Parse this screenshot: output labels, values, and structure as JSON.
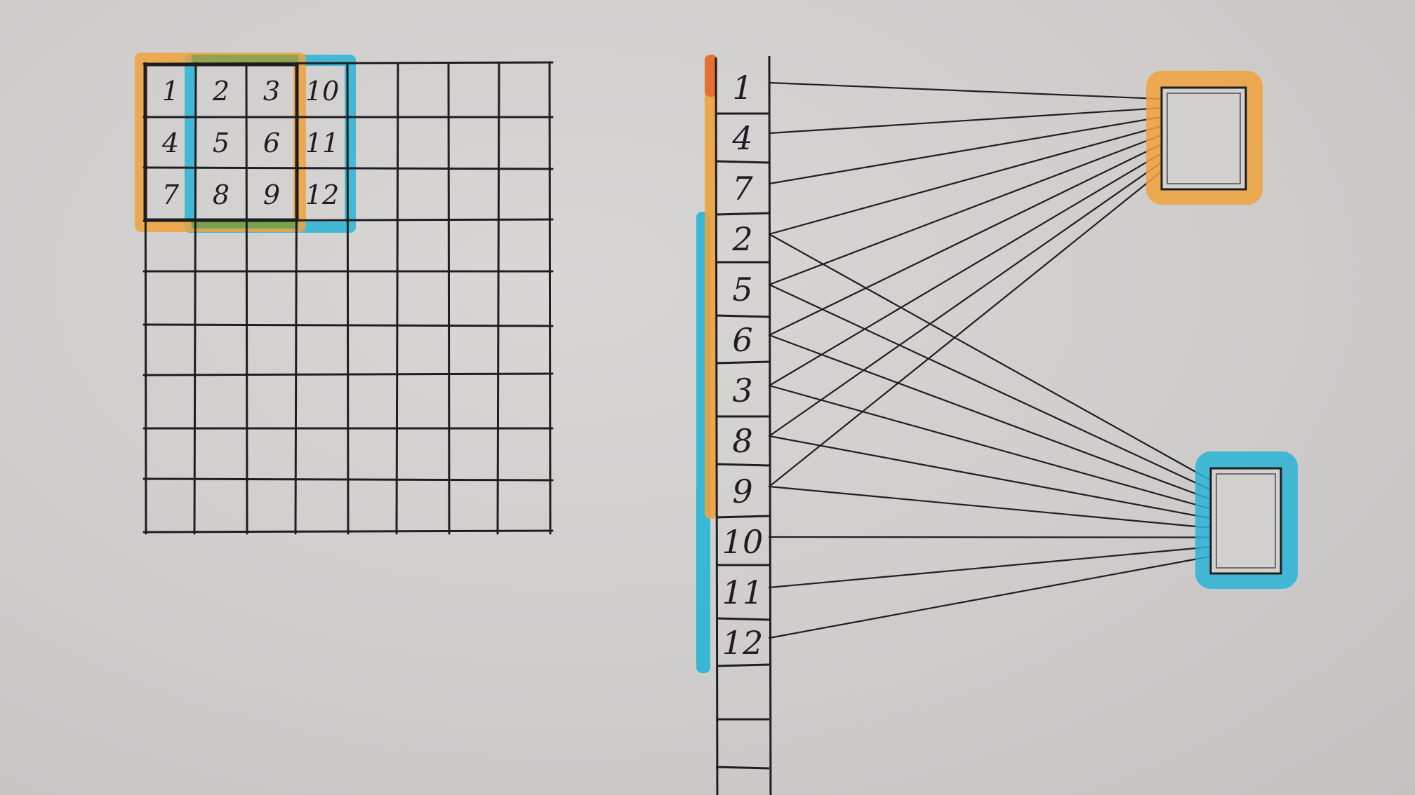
{
  "colors": {
    "paper": "#d3d1d0",
    "ink": "#1e1e22",
    "orange": "#f0a23c",
    "cyan": "#28b4d6",
    "green": "#5aa04a",
    "red_orange": "#e2632a"
  },
  "grid": {
    "rows": 9,
    "cols": 8,
    "labels": [
      [
        "1",
        "2",
        "3",
        "10"
      ],
      [
        "4",
        "5",
        "6",
        "11"
      ],
      [
        "7",
        "8",
        "9",
        "12"
      ]
    ]
  },
  "column": {
    "labels": [
      "1",
      "4",
      "7",
      "2",
      "5",
      "6",
      "3",
      "8",
      "9",
      "10",
      "11",
      "12"
    ],
    "empty_cells": 3
  },
  "nodes": [
    {
      "id": "orange-node",
      "color": "orange",
      "inputs": [
        "1",
        "4",
        "7",
        "2",
        "5",
        "6",
        "3",
        "8",
        "9"
      ]
    },
    {
      "id": "cyan-node",
      "color": "cyan",
      "inputs": [
        "2",
        "5",
        "6",
        "3",
        "8",
        "9",
        "10",
        "11",
        "12"
      ]
    }
  ]
}
